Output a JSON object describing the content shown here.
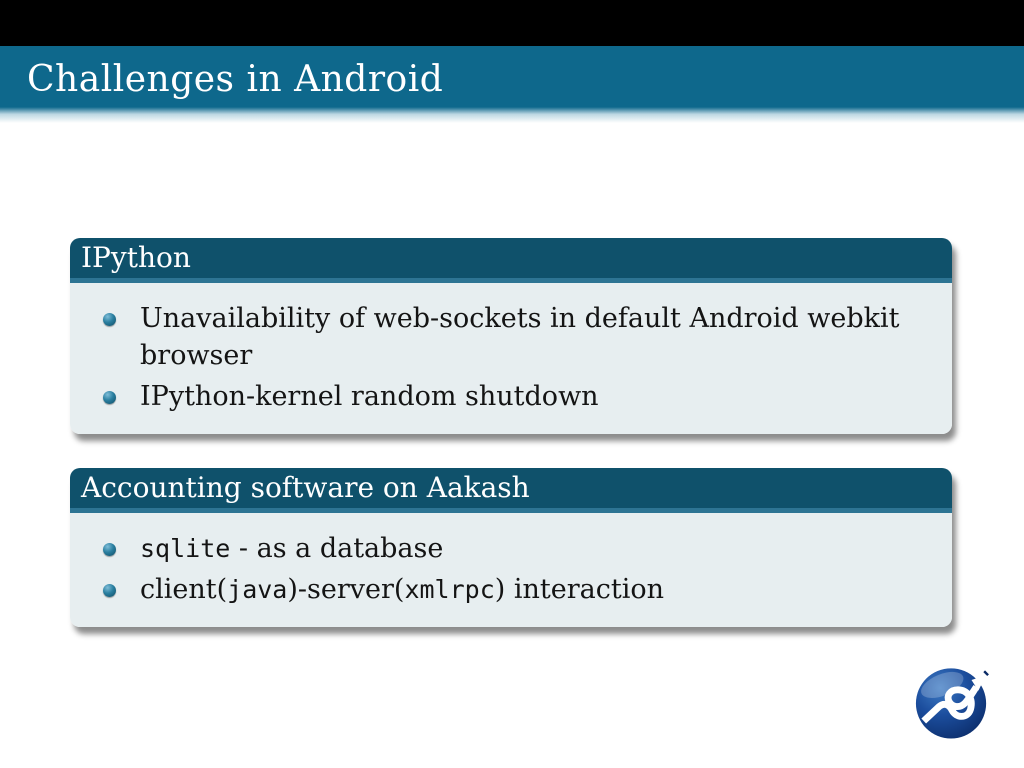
{
  "slide": {
    "title": "Challenges in Android",
    "blocks": [
      {
        "title": "IPython",
        "items": [
          {
            "segments": [
              {
                "text": "Unavailability of web-sockets in default Android webkit browser",
                "mono": false
              }
            ]
          },
          {
            "segments": [
              {
                "text": "IPython-kernel random shutdown",
                "mono": false
              }
            ]
          }
        ]
      },
      {
        "title": "Accounting software on Aakash",
        "items": [
          {
            "segments": [
              {
                "text": "sqlite",
                "mono": true
              },
              {
                "text": " - as a database",
                "mono": false
              }
            ]
          },
          {
            "segments": [
              {
                "text": "client(",
                "mono": false
              },
              {
                "text": "java",
                "mono": true
              },
              {
                "text": ")-server(",
                "mono": false
              },
              {
                "text": "xmlrpc",
                "mono": true
              },
              {
                "text": ") interaction",
                "mono": false
              }
            ]
          }
        ]
      }
    ]
  },
  "footer": {
    "logo": "scipy-logo"
  },
  "colors": {
    "top_bar": "#000000",
    "frametitle_bg": "#0e688c",
    "block_title_bg": "#0f516b",
    "block_title_edge": "#2d7493",
    "block_body_bg": "#e7eef0",
    "bullet_dark": "#0d4a63",
    "bullet_light": "#2a7fa0",
    "text": "#141414",
    "title_text": "#ffffff",
    "logo_blue_light": "#3f7cc4",
    "logo_blue_dark": "#0a2a66"
  }
}
